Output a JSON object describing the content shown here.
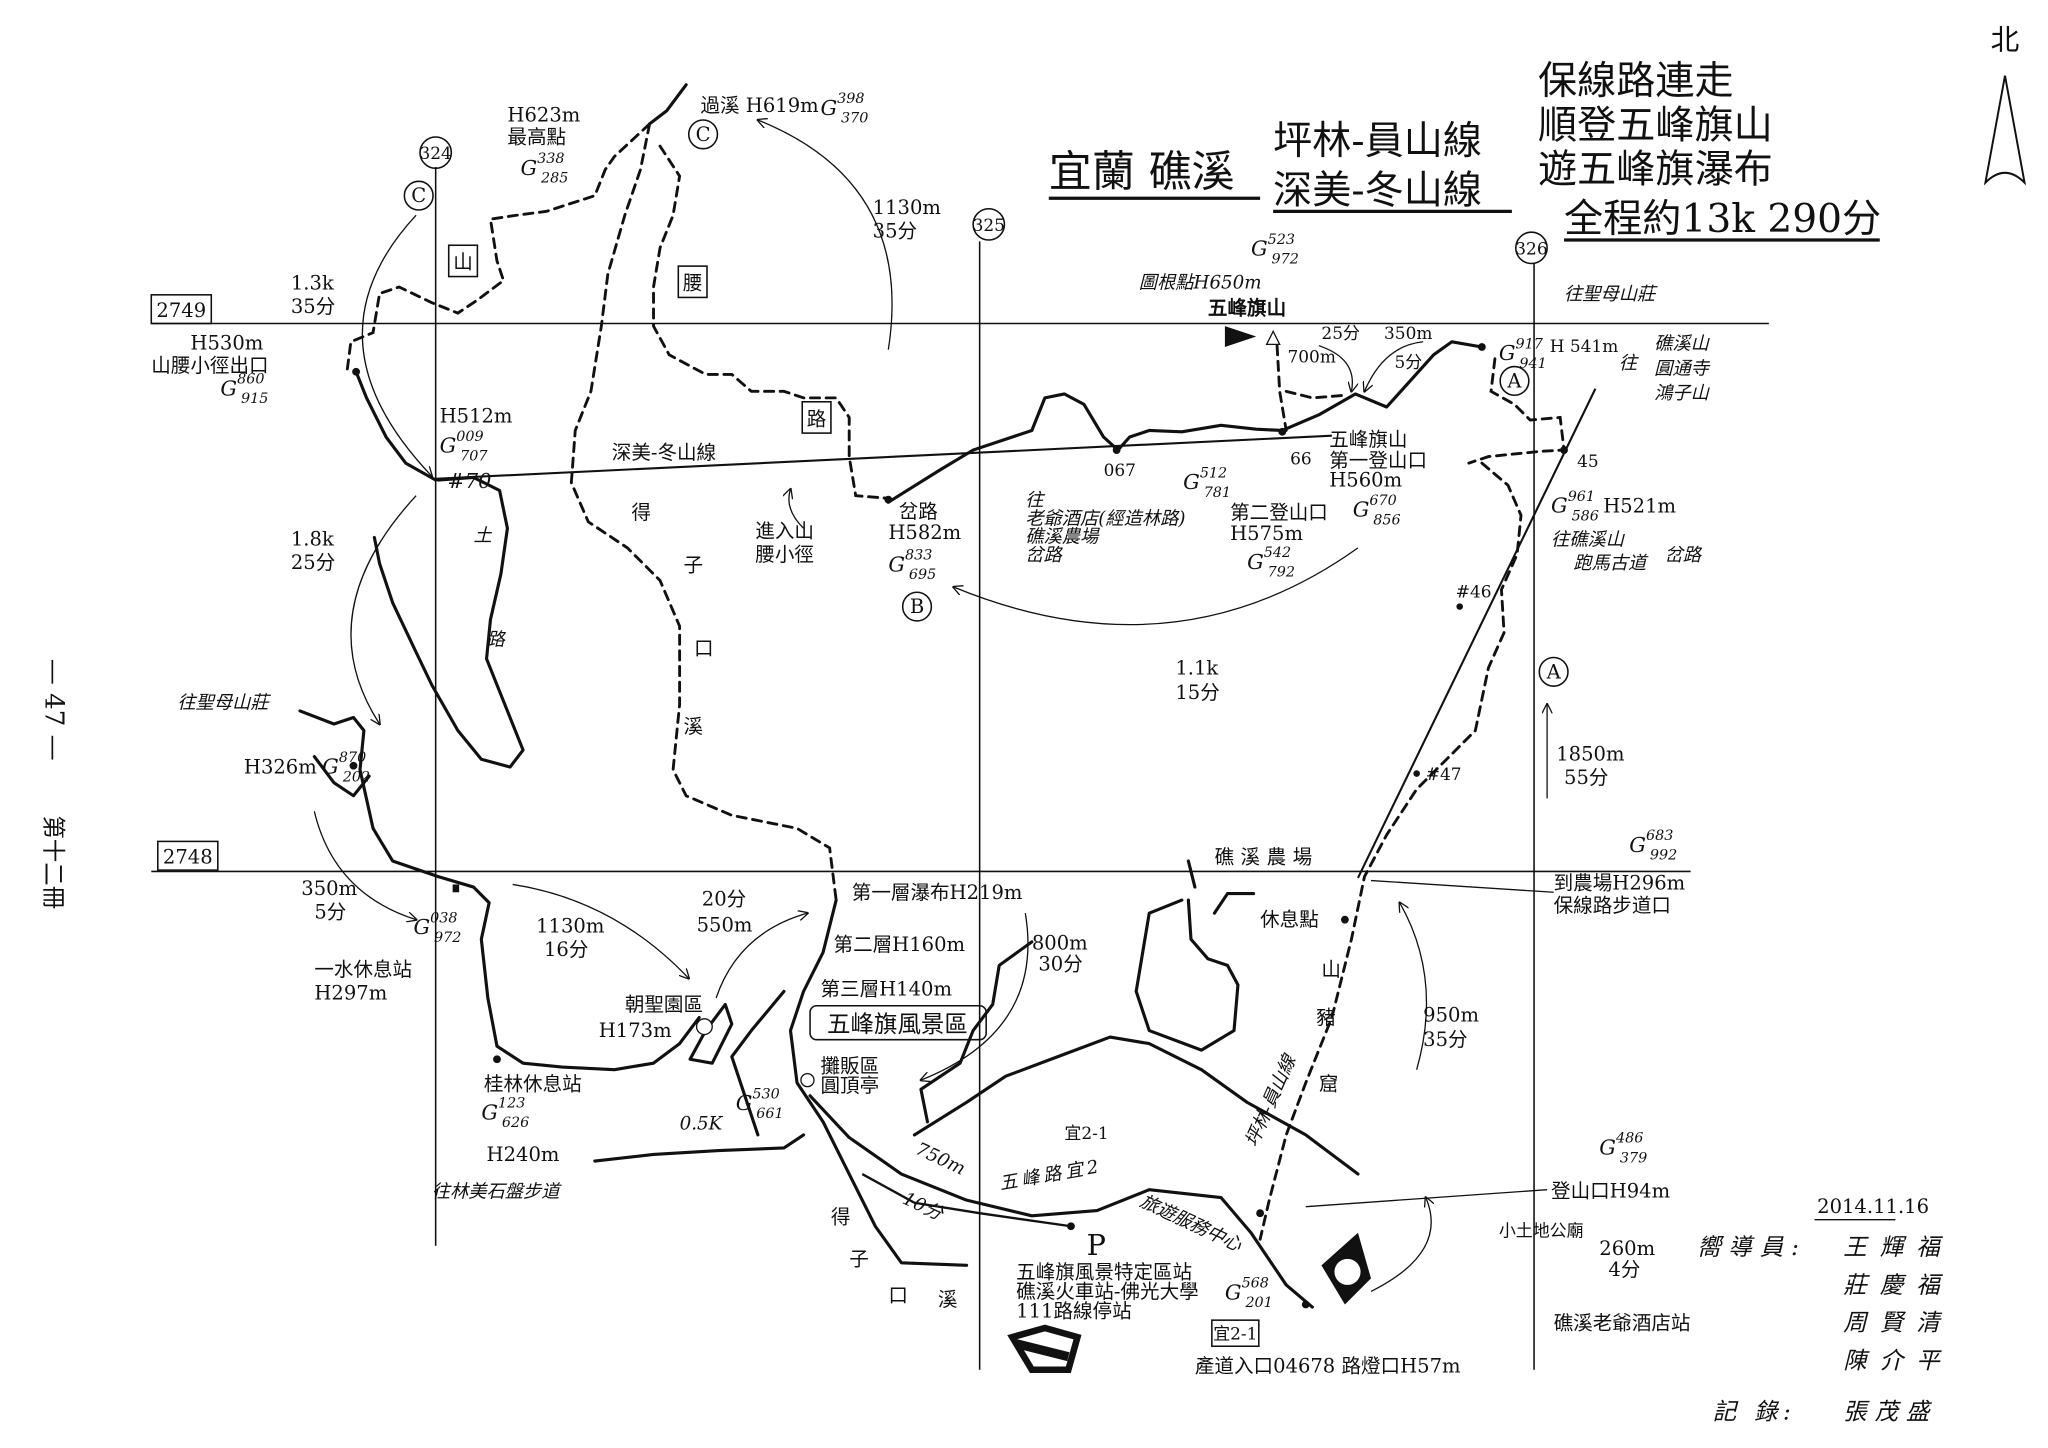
{
  "title": {
    "region": "宜蘭 礁溪",
    "routes": [
      "坪林-員山線",
      "深美-冬山線"
    ],
    "desc": [
      "保線路連走",
      "順登五峰旗山",
      "遊五峰旗瀑布"
    ],
    "total": "全程約13k 290分"
  },
  "north": "北",
  "page": {
    "number": "— 47 —",
    "volume": "第十二冊"
  },
  "grid": {
    "cols": [
      "324",
      "325",
      "326"
    ],
    "rows": [
      "2749",
      "2748"
    ]
  },
  "markers": {
    "c": "C",
    "b": "B",
    "a": "A"
  },
  "boxed": {
    "shan": "山",
    "yao": "腰",
    "lu": "路",
    "scenic": "五峰旗風景區",
    "road": "宜2-1"
  },
  "labels": {
    "guoxi": "過溪 H619m",
    "h623": "H623m",
    "highest": "最高點",
    "d1130_35": [
      "1130m",
      "35分"
    ],
    "d13k": [
      "1.3k",
      "35分"
    ],
    "h530": "H530m",
    "yaoexit": "山腰小徑出口",
    "h512": "H512m",
    "p70": "#70",
    "shenmei": "深美-冬山線",
    "dezi_n": [
      "得",
      "子",
      "口",
      "溪"
    ],
    "tulu": [
      "土",
      "路"
    ],
    "d18k": [
      "1.8k",
      "25分"
    ],
    "enter": [
      "進入山",
      "腰小徑"
    ],
    "fork": [
      "岔路",
      "H582m"
    ],
    "p067": "067",
    "to_hotel": [
      "往",
      "老爺酒店(經造林路)",
      "礁溪農場",
      "岔路"
    ],
    "second_trailhead": [
      "第二登山口",
      "H575m"
    ],
    "p66": "66",
    "first_trailhead": [
      "五峰旗山",
      "第一登山口",
      "H560m"
    ],
    "benchmark": "圖根點H650m",
    "peak": "五峰旗山",
    "d25": "25分",
    "d350": "350m",
    "d700": "700m",
    "d5": "5分",
    "to_shengmu_ne": "往聖母山莊",
    "h541": "H 541m",
    "to_wang": "往",
    "to_places": [
      "礁溪山",
      "圓通寺",
      "鴻子山"
    ],
    "p45": "45",
    "h521": "H521m",
    "to_jiaoxishan": [
      "往礁溪山",
      "跑馬古道",
      "岔路"
    ],
    "p46": "#46",
    "d11k": [
      "1.1k",
      "15分"
    ],
    "d1850": [
      "1850m",
      "55分"
    ],
    "p47": "#47",
    "to_shengmu_w": "往聖母山莊",
    "h326": "H326m",
    "d350_5": [
      "350m",
      "5分"
    ],
    "yishui": [
      "一水休息站",
      "H297m"
    ],
    "d1130_16": [
      "1130m",
      "16分"
    ],
    "d20_550": [
      "20分",
      "550m"
    ],
    "fall1": "第一層瀑布H219m",
    "fall2": "第二層H160m",
    "fall3": "第三層H140m",
    "d800": [
      "800m",
      "30分"
    ],
    "chaosheng": [
      "朝聖園區",
      "H173m"
    ],
    "vendors": [
      "攤販區",
      "圓頂亭"
    ],
    "guilin": "桂林休息站",
    "h240": "H240m",
    "d05k": "0.5K",
    "to_linmei": "往林美石盤步道",
    "yi21": "宜2-1",
    "d750": [
      "750m",
      "10分"
    ],
    "wufeng_road": "五峰路宜2",
    "visitor": "旅遊服務中心",
    "trailhead94": "登山口H94m",
    "temple": "小土地公廟",
    "dezi_s": [
      "得",
      "子",
      "口",
      "溪"
    ],
    "busstop": [
      "五峰旗風景特定區站",
      "礁溪火車站-佛光大學",
      "111路線停站"
    ],
    "d260": [
      "260m",
      "4分"
    ],
    "lamp": "產道入口04678 路燈口H57m",
    "hotel_stop": "礁溪老爺酒店站",
    "farm": "礁溪農場",
    "to_farm": [
      "到農場H296m",
      "保線路步道口"
    ],
    "rest": "休息點",
    "shanzhu": [
      "山",
      "豬",
      "窟"
    ],
    "pinglin": "坪林-員山線",
    "d950": [
      "950m",
      "35分"
    ]
  },
  "gps": {
    "guoxi": [
      "398",
      "370"
    ],
    "h623": [
      "338",
      "285"
    ],
    "h530": [
      "860",
      "915"
    ],
    "h512": [
      "009",
      "707"
    ],
    "fork": [
      "833",
      "695"
    ],
    "p067": [
      "512",
      "781"
    ],
    "second": [
      "542",
      "792"
    ],
    "first": [
      "670",
      "856"
    ],
    "peak": [
      "523",
      "972"
    ],
    "h541": [
      "917",
      "941"
    ],
    "h521": [
      "961",
      "586"
    ],
    "h326": [
      "870",
      "202"
    ],
    "yishui": [
      "038",
      "972"
    ],
    "guilin": [
      "123",
      "626"
    ],
    "vendors": [
      "530",
      "661"
    ],
    "h94": [
      "486",
      "379"
    ],
    "lamp": [
      "568",
      "201"
    ],
    "farm": [
      "683",
      "992"
    ]
  },
  "credits": {
    "date": "2014.11.16",
    "guide_label": "嚮導員:",
    "guides": [
      "王輝福",
      "莊慶福",
      "周賢清",
      "陳介平"
    ],
    "recorder_label": "記 錄:",
    "recorder": "張茂盛"
  }
}
